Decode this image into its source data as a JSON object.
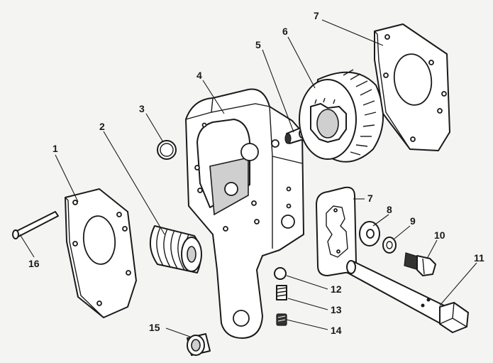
{
  "diagram": {
    "part_labels": [
      {
        "id": "1",
        "text": "1",
        "part": "left-backing-plate"
      },
      {
        "id": "2",
        "text": "2",
        "part": "worm-gear"
      },
      {
        "id": "3",
        "text": "3",
        "part": "o-ring"
      },
      {
        "id": "4",
        "text": "4",
        "part": "adjuster-housing"
      },
      {
        "id": "5",
        "text": "5",
        "part": "grease-fitting"
      },
      {
        "id": "6",
        "text": "6",
        "part": "worm-wheel"
      },
      {
        "id": "7a",
        "text": "7",
        "part": "right-backing-plate"
      },
      {
        "id": "7b",
        "text": "7",
        "part": "lock-plate"
      },
      {
        "id": "8",
        "text": "8",
        "part": "washer"
      },
      {
        "id": "9",
        "text": "9",
        "part": "lock-washer"
      },
      {
        "id": "10",
        "text": "10",
        "part": "cap-screw"
      },
      {
        "id": "11",
        "text": "11",
        "part": "worm-shaft-bolt"
      },
      {
        "id": "12",
        "text": "12",
        "part": "ball"
      },
      {
        "id": "13",
        "text": "13",
        "part": "spring"
      },
      {
        "id": "14",
        "text": "14",
        "part": "set-screw"
      },
      {
        "id": "15",
        "text": "15",
        "part": "bushing"
      },
      {
        "id": "16",
        "text": "16",
        "part": "pin"
      }
    ]
  }
}
